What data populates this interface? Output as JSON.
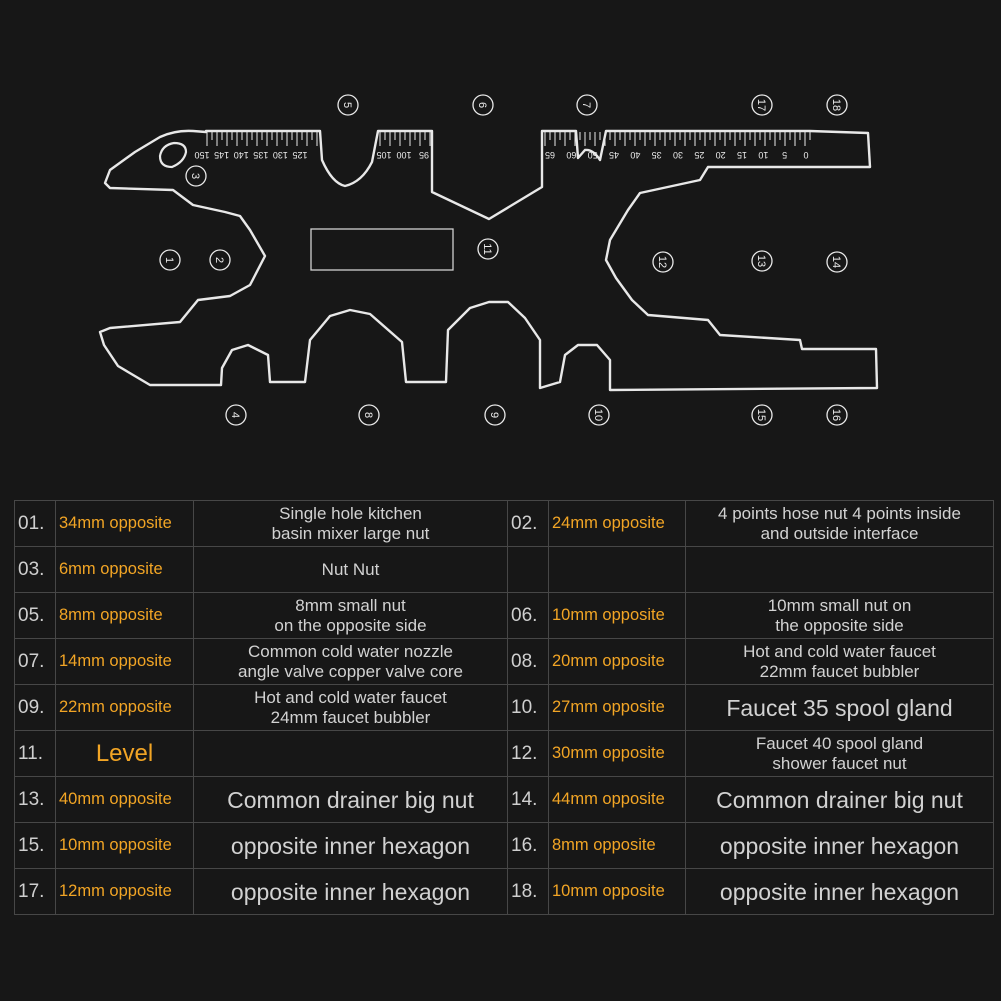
{
  "callouts": [
    "1",
    "2",
    "3",
    "4",
    "5",
    "6",
    "7",
    "8",
    "9",
    "10",
    "11",
    "12",
    "13",
    "14",
    "15",
    "16",
    "17",
    "18"
  ],
  "ruler": {
    "left_labels": [
      "150",
      "145",
      "140",
      "135",
      "130",
      "125"
    ],
    "mid_labels": [
      "105",
      "100",
      "95"
    ],
    "right_labels": [
      "65",
      "60",
      "50",
      "45",
      "40",
      "35",
      "30",
      "25",
      "20",
      "15",
      "10",
      "5",
      "0"
    ]
  },
  "colors": {
    "background": "#171717",
    "outline": "#e8e8e8",
    "accent": "#f2a525",
    "grid": "#474747"
  },
  "table": {
    "rows": [
      [
        {
          "num": "01.",
          "spec": "34mm opposite",
          "desc": "Single hole kitchen\nbasin mixer large nut"
        },
        {
          "num": "02.",
          "spec": "24mm opposite",
          "desc": "4 points hose nut 4 points inside\nand outside interface"
        }
      ],
      [
        {
          "num": "03.",
          "spec": "6mm opposite",
          "desc": "Nut Nut"
        },
        {
          "num": "",
          "spec": "",
          "desc": ""
        }
      ],
      [
        {
          "num": "05.",
          "spec": "8mm opposite",
          "desc": "8mm small nut\non the opposite side"
        },
        {
          "num": "06.",
          "spec": "10mm opposite",
          "desc": "10mm small nut on\nthe opposite side"
        }
      ],
      [
        {
          "num": "07.",
          "spec": "14mm opposite",
          "desc": "Common cold water nozzle\nangle valve copper valve core"
        },
        {
          "num": "08.",
          "spec": "20mm opposite",
          "desc": "Hot and cold water faucet\n22mm faucet bubbler"
        }
      ],
      [
        {
          "num": "09.",
          "spec": "22mm opposite",
          "desc": "Hot and cold water faucet\n24mm faucet bubbler"
        },
        {
          "num": "10.",
          "spec": "27mm opposite",
          "desc": "Faucet 35 spool gland"
        }
      ],
      [
        {
          "num": "11.",
          "spec": "Level",
          "desc": ""
        },
        {
          "num": "12.",
          "spec": "30mm opposite",
          "desc": "Faucet 40 spool gland\nshower faucet nut"
        }
      ],
      [
        {
          "num": "13.",
          "spec": "40mm opposite",
          "desc": "Common drainer big nut"
        },
        {
          "num": "14.",
          "spec": "44mm opposite",
          "desc": "Common drainer big nut"
        }
      ],
      [
        {
          "num": "15.",
          "spec": "10mm opposite",
          "desc": "opposite inner hexagon"
        },
        {
          "num": "16.",
          "spec": "8mm opposite",
          "desc": "opposite inner hexagon"
        }
      ],
      [
        {
          "num": "17.",
          "spec": "12mm opposite",
          "desc": "opposite inner hexagon"
        },
        {
          "num": "18.",
          "spec": "10mm opposite",
          "desc": "opposite inner hexagon"
        }
      ]
    ]
  }
}
